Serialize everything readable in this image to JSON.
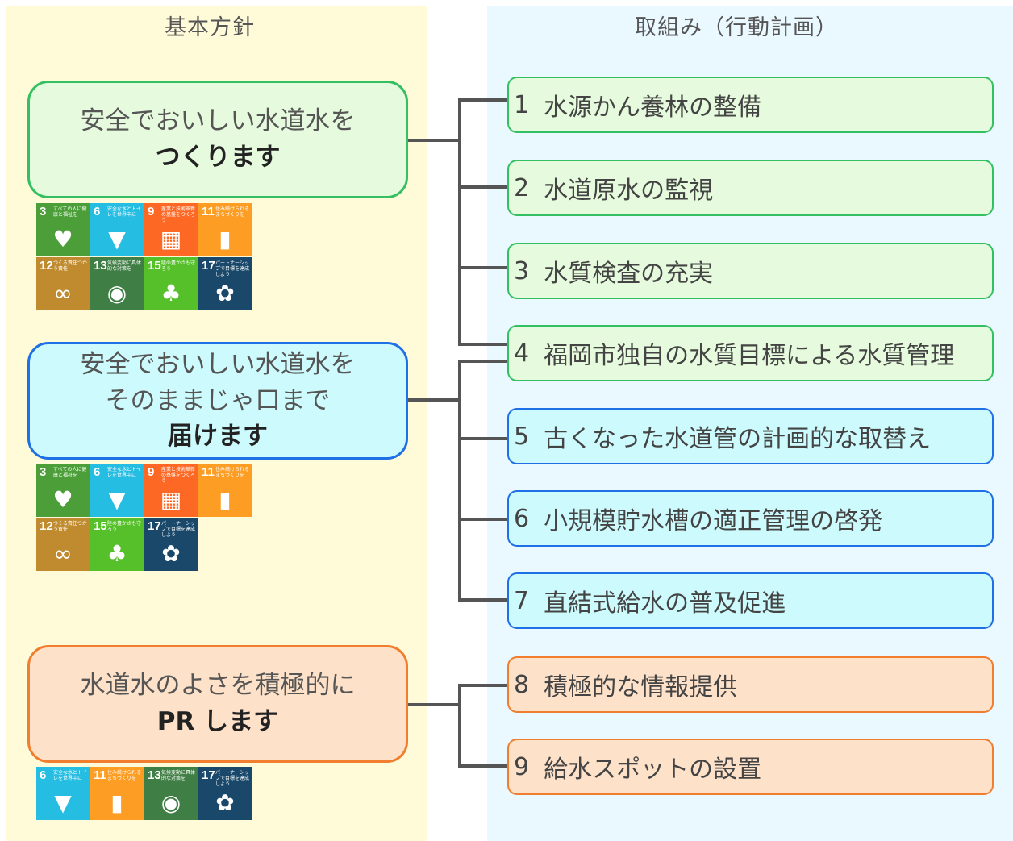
{
  "columns": {
    "left_title": "基本方針",
    "right_title": "取組み（行動計画）"
  },
  "policies": [
    {
      "line1": "安全でおいしい水道水を",
      "line2": "",
      "emphasis": "つくります"
    },
    {
      "line1": "安全でおいしい水道水を",
      "line2": "そのままじゃ口まで",
      "emphasis": "届けます"
    },
    {
      "line1": "水道水のよさを積極的に",
      "line2": "",
      "emphasis": "PR します"
    }
  ],
  "actions": [
    {
      "num": "1",
      "label": "水源かん養林の整備"
    },
    {
      "num": "2",
      "label": "水道原水の監視"
    },
    {
      "num": "3",
      "label": "水質検査の充実"
    },
    {
      "num": "4",
      "label": "福岡市独自の水質目標による水質管理"
    },
    {
      "num": "5",
      "label": "古くなった水道管の計画的な取替え"
    },
    {
      "num": "6",
      "label": "小規模貯水槽の適正管理の啓発"
    },
    {
      "num": "7",
      "label": "直結式給水の普及促進"
    },
    {
      "num": "8",
      "label": "積極的な情報提供"
    },
    {
      "num": "9",
      "label": "給水スポットの設置"
    }
  ],
  "sdgs": {
    "3": {
      "num": "3",
      "text": "すべての人に健康と福祉を",
      "color": "#4c9f38",
      "icon": "heartbeat-icon"
    },
    "6": {
      "num": "6",
      "text": "安全な水とトイレを世界中に",
      "color": "#26bde2",
      "icon": "water-drop-icon"
    },
    "9": {
      "num": "9",
      "text": "産業と技術革新の基盤をつくろう",
      "color": "#fd6925",
      "icon": "cubes-icon"
    },
    "11": {
      "num": "11",
      "text": "住み続けられるまちづくりを",
      "color": "#fd9d24",
      "icon": "city-icon"
    },
    "12": {
      "num": "12",
      "text": "つくる責任つかう責任",
      "color": "#bf8b2e",
      "icon": "infinity-icon"
    },
    "13": {
      "num": "13",
      "text": "気候変動に具体的な対策を",
      "color": "#3f7e44",
      "icon": "eye-globe-icon"
    },
    "15": {
      "num": "15",
      "text": "陸の豊かさも守ろう",
      "color": "#56c02b",
      "icon": "tree-icon"
    },
    "17": {
      "num": "17",
      "text": "パートナーシップで目標を達成しよう",
      "color": "#19486a",
      "icon": "flower-icon"
    }
  },
  "sdg_groups": [
    [
      "3",
      "6",
      "9",
      "11",
      "12",
      "13",
      "15",
      "17"
    ],
    [
      "3",
      "6",
      "9",
      "11",
      "12",
      "15",
      "17"
    ],
    [
      "6",
      "11",
      "13",
      "17"
    ]
  ]
}
